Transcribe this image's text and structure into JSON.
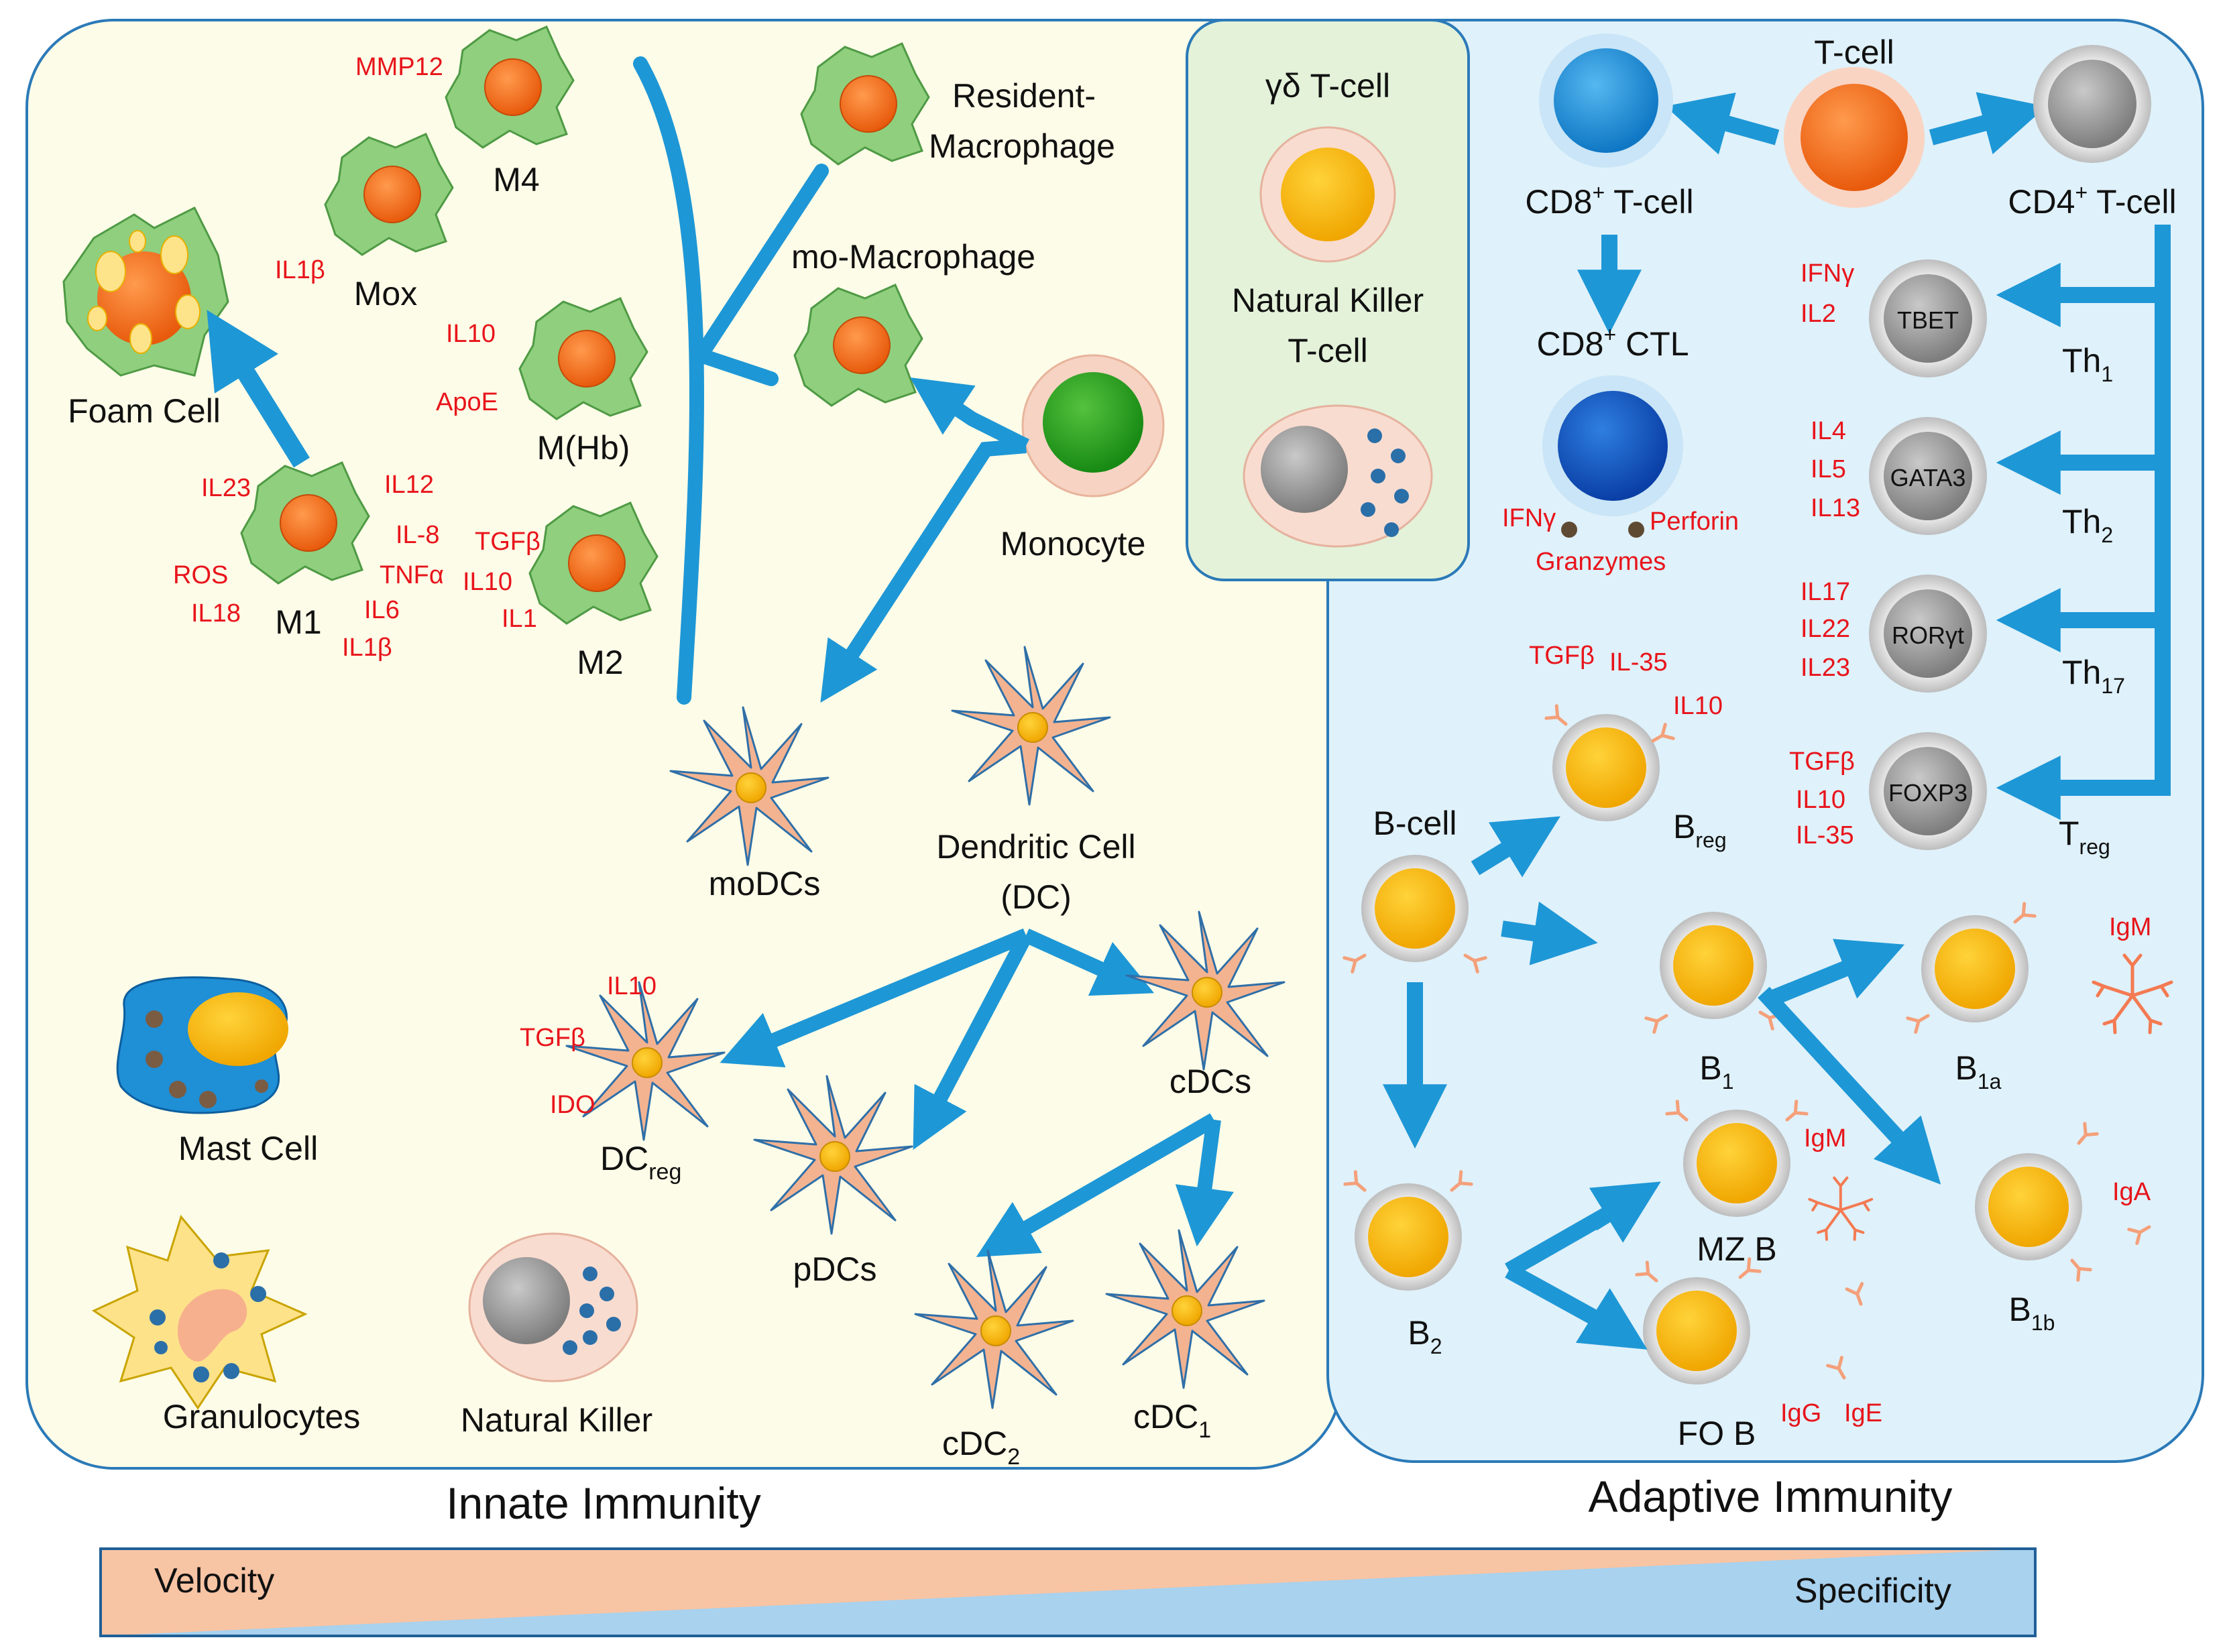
{
  "panels": {
    "innate_title": "Innate Immunity",
    "adaptive_title": "Adaptive Immunity"
  },
  "innate": {
    "foam_cell": "Foam Cell",
    "m1": {
      "label": "M1",
      "cytokines": [
        "IL23",
        "IL12",
        "IL-8",
        "TNFα",
        "ROS",
        "IL18",
        "IL6",
        "IL1β"
      ]
    },
    "m4": {
      "label": "M4",
      "cytokine": "MMP12"
    },
    "mox": {
      "label": "Mox",
      "cytokine": "IL1β"
    },
    "mhb": {
      "label": "M(Hb)",
      "cytokines": [
        "IL10",
        "ApoE"
      ]
    },
    "m2": {
      "label": "M2",
      "cytokines": [
        "TGFβ",
        "IL10",
        "IL1"
      ]
    },
    "resident_macrophage": [
      "Resident-",
      "Macrophage"
    ],
    "mo_macrophage": "mo-Macrophage",
    "monocyte": "Monocyte",
    "modcs": "moDCs",
    "dendritic_cell": [
      "Dendritic Cell",
      "(DC)"
    ],
    "dcreg": {
      "label": "DC",
      "sub": "reg",
      "cytokines": [
        "IL10",
        "TGFβ",
        "IDO"
      ]
    },
    "pdcs": "pDCs",
    "cdcs": "cDCs",
    "cdc2": {
      "label": "cDC",
      "sub": "2"
    },
    "cdc1": {
      "label": "cDC",
      "sub": "1"
    },
    "mast_cell": "Mast Cell",
    "granulocytes": "Granulocytes",
    "natural_killer": "Natural Killer"
  },
  "bridge": {
    "gd_tcell": "γδ T-cell",
    "nkt": [
      "Natural Killer",
      "T-cell"
    ]
  },
  "adaptive": {
    "tcell": "T-cell",
    "cd8_tcell": {
      "pre": "CD8",
      "sup": "+",
      "post": " T-cell"
    },
    "cd4_tcell": {
      "pre": "CD4",
      "sup": "+",
      "post": " T-cell"
    },
    "cd8_ctl": {
      "pre": "CD8",
      "sup": "+",
      "post": " CTL"
    },
    "ctl_products": [
      "IFNγ",
      "Perforin",
      "Granzymes"
    ],
    "th1": {
      "label": "Th",
      "sub": "1",
      "tf": "TBET",
      "cytokines": [
        "IFNγ",
        "IL2"
      ]
    },
    "th2": {
      "label": "Th",
      "sub": "2",
      "tf": "GATA3",
      "cytokines": [
        "IL4",
        "IL5",
        "IL13"
      ]
    },
    "th17": {
      "label": "Th",
      "sub": "17",
      "tf": "RORγt",
      "cytokines": [
        "IL17",
        "IL22",
        "IL23"
      ]
    },
    "treg": {
      "label": "T",
      "sub": "reg",
      "tf": "FOXP3",
      "cytokines": [
        "TGFβ",
        "IL10",
        "IL-35"
      ]
    },
    "bcell": "B-cell",
    "breg": {
      "label": "B",
      "sub": "reg",
      "cytokines": [
        "TGFβ",
        "IL-35",
        "IL10"
      ]
    },
    "b1": {
      "label": "B",
      "sub": "1"
    },
    "b1a": {
      "label": "B",
      "sub": "1a",
      "ig": "IgM"
    },
    "b1b": {
      "label": "B",
      "sub": "1b",
      "ig": "IgA"
    },
    "b2": {
      "label": "B",
      "sub": "2"
    },
    "mzb": {
      "label": "MZ B",
      "ig": "IgM"
    },
    "fob": {
      "label": "FO B",
      "ig": [
        "IgG",
        "IgE"
      ]
    }
  },
  "scale": {
    "left": "Velocity",
    "right": "Specificity"
  },
  "colors": {
    "innate_bg": "#fdfce8",
    "adaptive_bg": "#dff1fa",
    "bridge_bg": "#e3f2d9",
    "arrow": "#1e97d6",
    "cytokine": "#e8141b",
    "macrophage": "#8fcf7e",
    "nucleus_orange": "#f26b1d",
    "yellow_nucleus": "#f7bc12",
    "dendritic": "#f3b390"
  }
}
